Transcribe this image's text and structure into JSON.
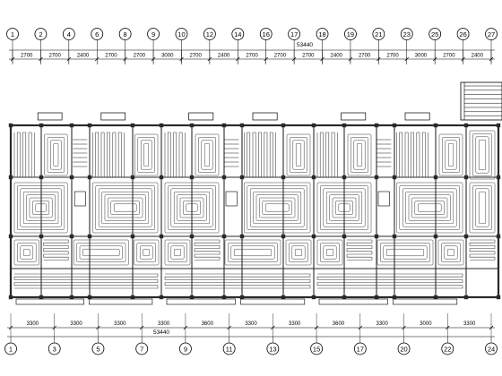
{
  "top_axes": [
    "1",
    "2",
    "4",
    "6",
    "8",
    "9",
    "10",
    "12",
    "14",
    "16",
    "17",
    "18",
    "19",
    "21",
    "23",
    "25",
    "26",
    "27"
  ],
  "top_dims": [
    "2700",
    "2700",
    "2400",
    "2700",
    "2700",
    "3000",
    "2700",
    "2400",
    "2700",
    "2700",
    "2700",
    "2400",
    "2700",
    "2700",
    "3000",
    "2700",
    "2400"
  ],
  "top_total": "53440",
  "bottom_axes": [
    "1",
    "3",
    "5",
    "7",
    "9",
    "11",
    "13",
    "15",
    "17",
    "20",
    "22",
    "24"
  ],
  "bottom_dims": [
    "3300",
    "3300",
    "3300",
    "3300",
    "3600",
    "3300",
    "3300",
    "3600",
    "3300",
    "3000",
    "3300"
  ],
  "bottom_total": "53440",
  "colors": {
    "line": "#000000",
    "wall": "#2a2a2a",
    "pipe": "#3a3a3a",
    "bg": "#ffffff"
  }
}
